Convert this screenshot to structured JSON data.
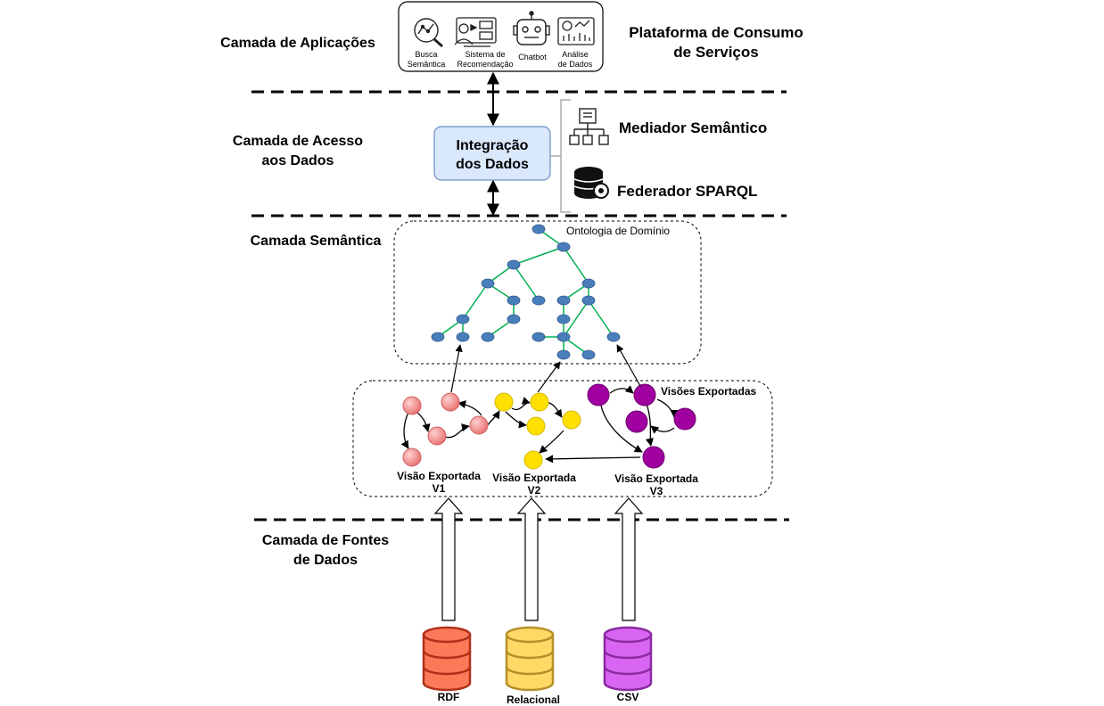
{
  "layers": {
    "applications": "Camada de Aplicações",
    "access_line1": "Camada de Acesso",
    "access_line2": "aos Dados",
    "semantic": "Camada Semântica",
    "sources_line1": "Camada de Fontes",
    "sources_line2": "de Dados"
  },
  "platform": {
    "title_line1": "Plataforma de Consumo",
    "title_line2": "de Serviços",
    "apps": [
      {
        "label_line1": "Busca",
        "label_line2": "Semântica",
        "icon": "semantic-search-icon"
      },
      {
        "label_line1": "Sistema de",
        "label_line2": "Recomendação",
        "icon": "recommendation-icon"
      },
      {
        "label_line1": "Chatbot",
        "label_line2": "",
        "icon": "chatbot-icon"
      },
      {
        "label_line1": "Análise",
        "label_line2": "de Dados",
        "icon": "data-analysis-icon"
      }
    ]
  },
  "integration": {
    "label_line1": "Integração",
    "label_line2": "dos Dados",
    "fill": "#dae8fc",
    "stroke": "#6c8ebf"
  },
  "mediator": {
    "label": "Mediador Semântico",
    "icon": "hierarchy-icon"
  },
  "federator": {
    "label": "Federador SPARQL",
    "icon": "database-gear-icon"
  },
  "ontology": {
    "label": "Ontologia de Domínio",
    "node_color": "#4a7ebb",
    "edge_color": "#00b050"
  },
  "views": {
    "group_label": "Visões Exportadas",
    "v1": {
      "line1": "Visão Exportada",
      "line2": "V1",
      "color": "#f08080"
    },
    "v2": {
      "line1": "Visão Exportada",
      "line2": "V2",
      "color": "#ffe000"
    },
    "v3": {
      "line1": "Visão Exportada",
      "line2": "V3",
      "color": "#a000a0"
    }
  },
  "sources": [
    {
      "label": "RDF",
      "fill": "#fa7a5a",
      "stroke": "#b0301a"
    },
    {
      "label": "Relacional",
      "fill": "#ffd966",
      "stroke": "#b5902a"
    },
    {
      "label": "CSV",
      "fill": "#d966f2",
      "stroke": "#8a2aa0"
    }
  ]
}
